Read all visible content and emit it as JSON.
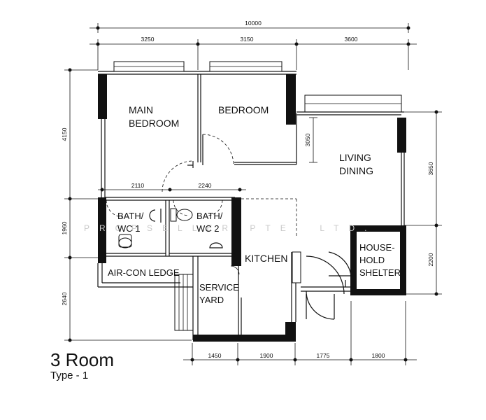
{
  "plan": {
    "title": "3 Room",
    "subtitle": "Type - 1",
    "watermark": "PROPSELLER PTE. LTD."
  },
  "rooms": {
    "main_bedroom": [
      "MAIN",
      "BEDROOM"
    ],
    "bedroom": "BEDROOM",
    "living_dining": [
      "LIVING",
      "DINING"
    ],
    "bath_wc_1": [
      "BATH/",
      "WC 1"
    ],
    "bath_wc_2": [
      "BATH/",
      "WC 2"
    ],
    "kitchen": "KITCHEN",
    "service_yard": [
      "SERVICE",
      "YARD"
    ],
    "aircon_ledge": "AIR-CON LEDGE",
    "household_shelter": [
      "HOUSE-",
      "HOLD",
      "SHELTER"
    ]
  },
  "dimensions": {
    "top_total": "10000",
    "top_segments": [
      "3250",
      "3150",
      "3600"
    ],
    "left_segments": [
      "4150",
      "1960",
      "2640"
    ],
    "right_segments": [
      "3650",
      "2200"
    ],
    "bottom_segments": [
      "1450",
      "1900",
      "1775",
      "1800"
    ],
    "inner_bedroom_height": "3050",
    "inner_bath_widths": [
      "2110",
      "2240"
    ]
  }
}
